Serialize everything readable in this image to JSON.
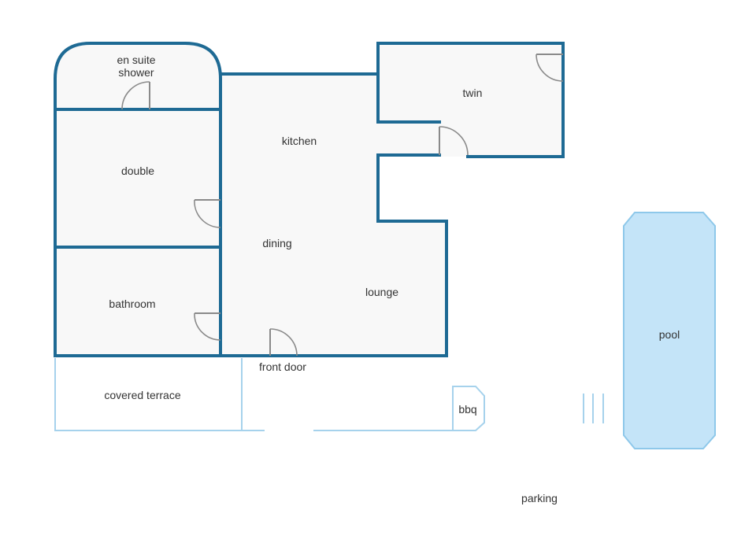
{
  "rooms": {
    "ensuite_line1": "en suite",
    "ensuite_line2": "shower",
    "twin": "twin",
    "kitchen": "kitchen",
    "double": "double",
    "dining": "dining",
    "lounge": "lounge",
    "bathroom": "bathroom",
    "front_door": "front door",
    "covered_terrace": "covered terrace",
    "bbq": "bbq",
    "pool": "pool",
    "parking": "parking"
  },
  "colors": {
    "wall": "#1e6a94",
    "floor": "#f8f8f8",
    "outdoor_line": "#a6d2ec",
    "pool_fill": "#c4e4f8",
    "door": "#8a8a8a"
  }
}
